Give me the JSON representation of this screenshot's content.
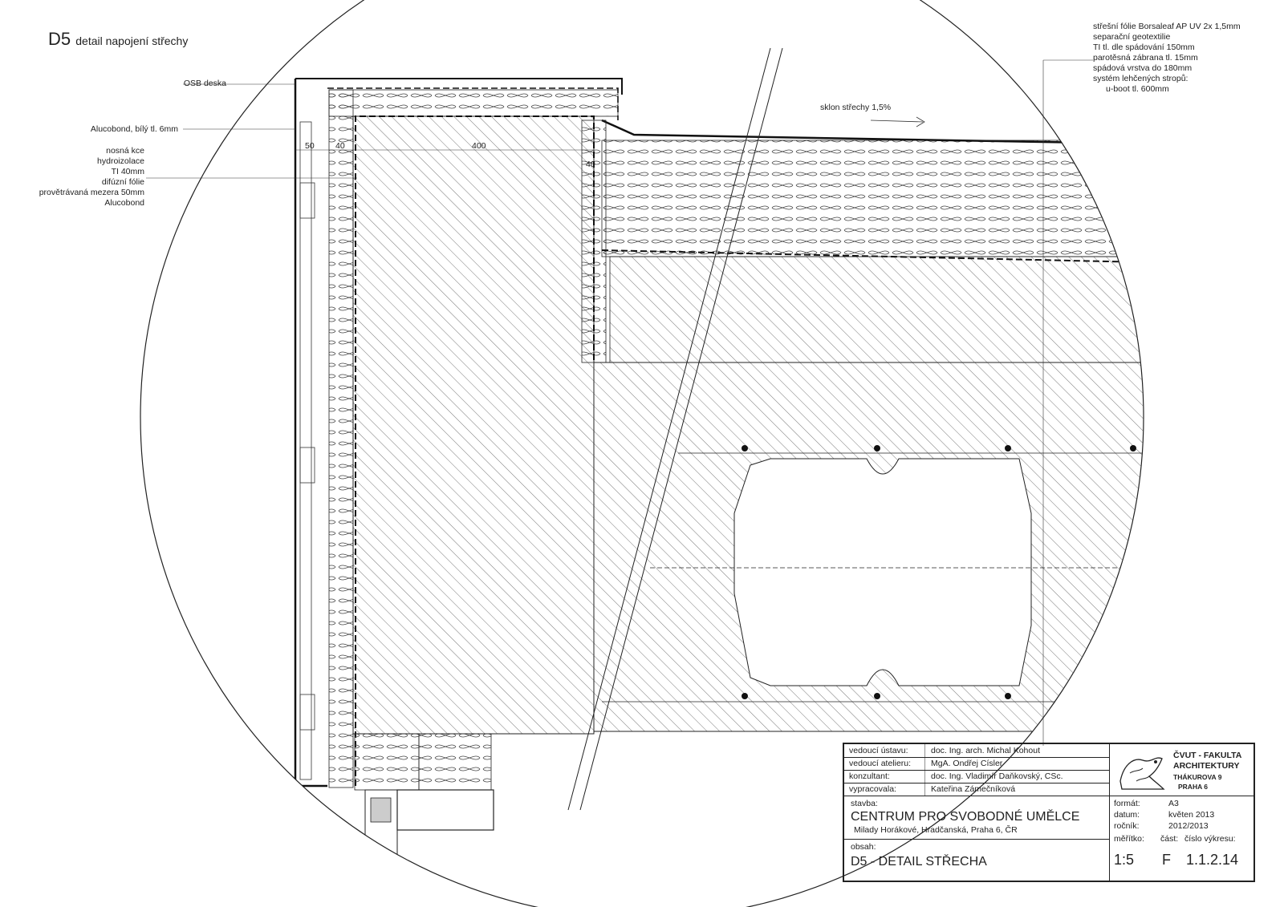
{
  "heading": {
    "code": "D5",
    "text": "detail napojení střechy"
  },
  "left_labels": {
    "osb": "OSB deska",
    "alucobond_top": "Alucobond, bílý tl. 6mm",
    "layers": [
      "nosná kce",
      "hydroizolace",
      "TI 40mm",
      "difúzní fólie",
      "provětrávaná mezera 50mm",
      "Alucobond"
    ]
  },
  "right_labels": {
    "layers": [
      "střešní fólie Borsaleaf AP UV 2x 1,5mm",
      "separační geotextilie",
      "TI tl. dle spádování 150mm",
      "parotěsná zábrana tl. 15mm",
      "spádová vrstva do 180mm",
      "systém lehčených stropů:",
      "u-boot tl. 600mm"
    ]
  },
  "slope_label": "sklon střechy 1,5%",
  "dimensions": [
    "50",
    "40",
    "400",
    "40"
  ],
  "title_block": {
    "rows": [
      {
        "label": "vedoucí ústavu:",
        "value": "doc. Ing. arch. Michal Kohout"
      },
      {
        "label": "vedoucí atelieru:",
        "value": "MgA. Ondřej Císler"
      },
      {
        "label": "konzultant:",
        "value": "doc. Ing. Vladimír Daňkovský, CSc."
      },
      {
        "label": "vypracovala:",
        "value": "Kateřina Zámečníková"
      }
    ],
    "stavba_label": "stavba:",
    "stavba_name": "CENTRUM PRO SVOBODNÉ UMĚLCE",
    "stavba_address": "Milady Horákové, Hradčanská, Praha 6, ČR",
    "obsah_label": "obsah:",
    "obsah_name": "D5 - DETAIL STŘECHA",
    "school": [
      "ČVUT - FAKULTA",
      "ARCHITEKTURY",
      "THÁKUROVA 9",
      "PRAHA 6"
    ],
    "format_label": "formát:",
    "format_value": "A3",
    "datum_label": "datum:",
    "datum_value": "květen 2013",
    "rocnik_label": "ročník:",
    "rocnik_value": "2012/2013",
    "meritko_label": "měřítko:",
    "meritko_value": "1:5",
    "cast_label": "část:",
    "cast_value": "F",
    "cislo_label": "číslo výkresu:",
    "cislo_value": "1.1.2.14"
  }
}
